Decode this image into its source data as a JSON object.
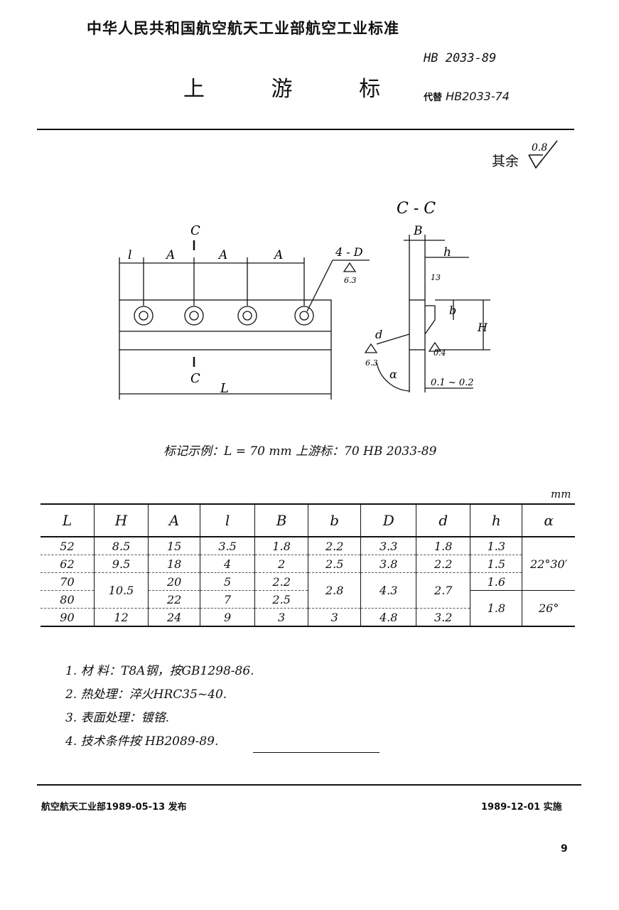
{
  "header": {
    "organization": "中华人民共和国航空航天工业部航空工业标准",
    "standard_number": "HB 2033-89",
    "title": "上 游 标",
    "replaces_label": "代替",
    "replaces_value": "HB2033-74"
  },
  "roughness_note": "其余",
  "roughness_value": "0.8",
  "drawing": {
    "section_title": "C - C",
    "section_mark": "C",
    "dim_l": "l",
    "dim_a": "A",
    "dim_L": "L",
    "hole_label": "4 - D",
    "rough_63": "6.3",
    "dim_B": "B",
    "dim_h": "h",
    "dim_b": "b",
    "dim_H": "H",
    "dim_d": "d",
    "dim_alpha": "α",
    "chamfer": "0.1 ~ 0.2",
    "rough_04": "0.4",
    "rough_13": "13"
  },
  "example_label": "标记示例：L = 70 mm 上游标：70 HB 2033-89",
  "unit": "mm",
  "table": {
    "headers": [
      "L",
      "H",
      "A",
      "l",
      "B",
      "b",
      "D",
      "d",
      "h",
      "α"
    ],
    "rows": [
      {
        "L": "52",
        "H": "8.5",
        "A": "15",
        "l": "3.5",
        "B": "1.8",
        "b": "2.2",
        "D": "3.3",
        "d": "1.8",
        "h": "1.3"
      },
      {
        "L": "62",
        "H": "9.5",
        "A": "18",
        "l": "4",
        "B": "2",
        "b": "2.5",
        "D": "3.8",
        "d": "2.2",
        "h": "1.5"
      },
      {
        "L": "70",
        "A": "20",
        "l": "5",
        "B": "2.2",
        "h": "1.6"
      },
      {
        "L": "80",
        "A": "22",
        "l": "7",
        "B": "2.5"
      },
      {
        "L": "90",
        "H": "12",
        "A": "24",
        "l": "9",
        "B": "3",
        "b": "3",
        "D": "4.8",
        "d": "3.2"
      }
    ],
    "merged": {
      "H_70_80": "10.5",
      "b_70_80": "2.8",
      "D_70_80": "4.3",
      "d_70_80": "2.7",
      "h_80_90": "1.8",
      "alpha_52_70": "22°30′",
      "alpha_80_90": "26°"
    }
  },
  "notes": [
    "1. 材  料：T8A钢，按GB1298-86.",
    "2. 热处理：淬火HRC35~40.",
    "3. 表面处理：镀铬.",
    "4. 技术条件按 HB2089-89."
  ],
  "footer": {
    "issued": "航空航天工业部1989-05-13  发布",
    "effective": "1989-12-01  实施"
  },
  "page_number": "9"
}
